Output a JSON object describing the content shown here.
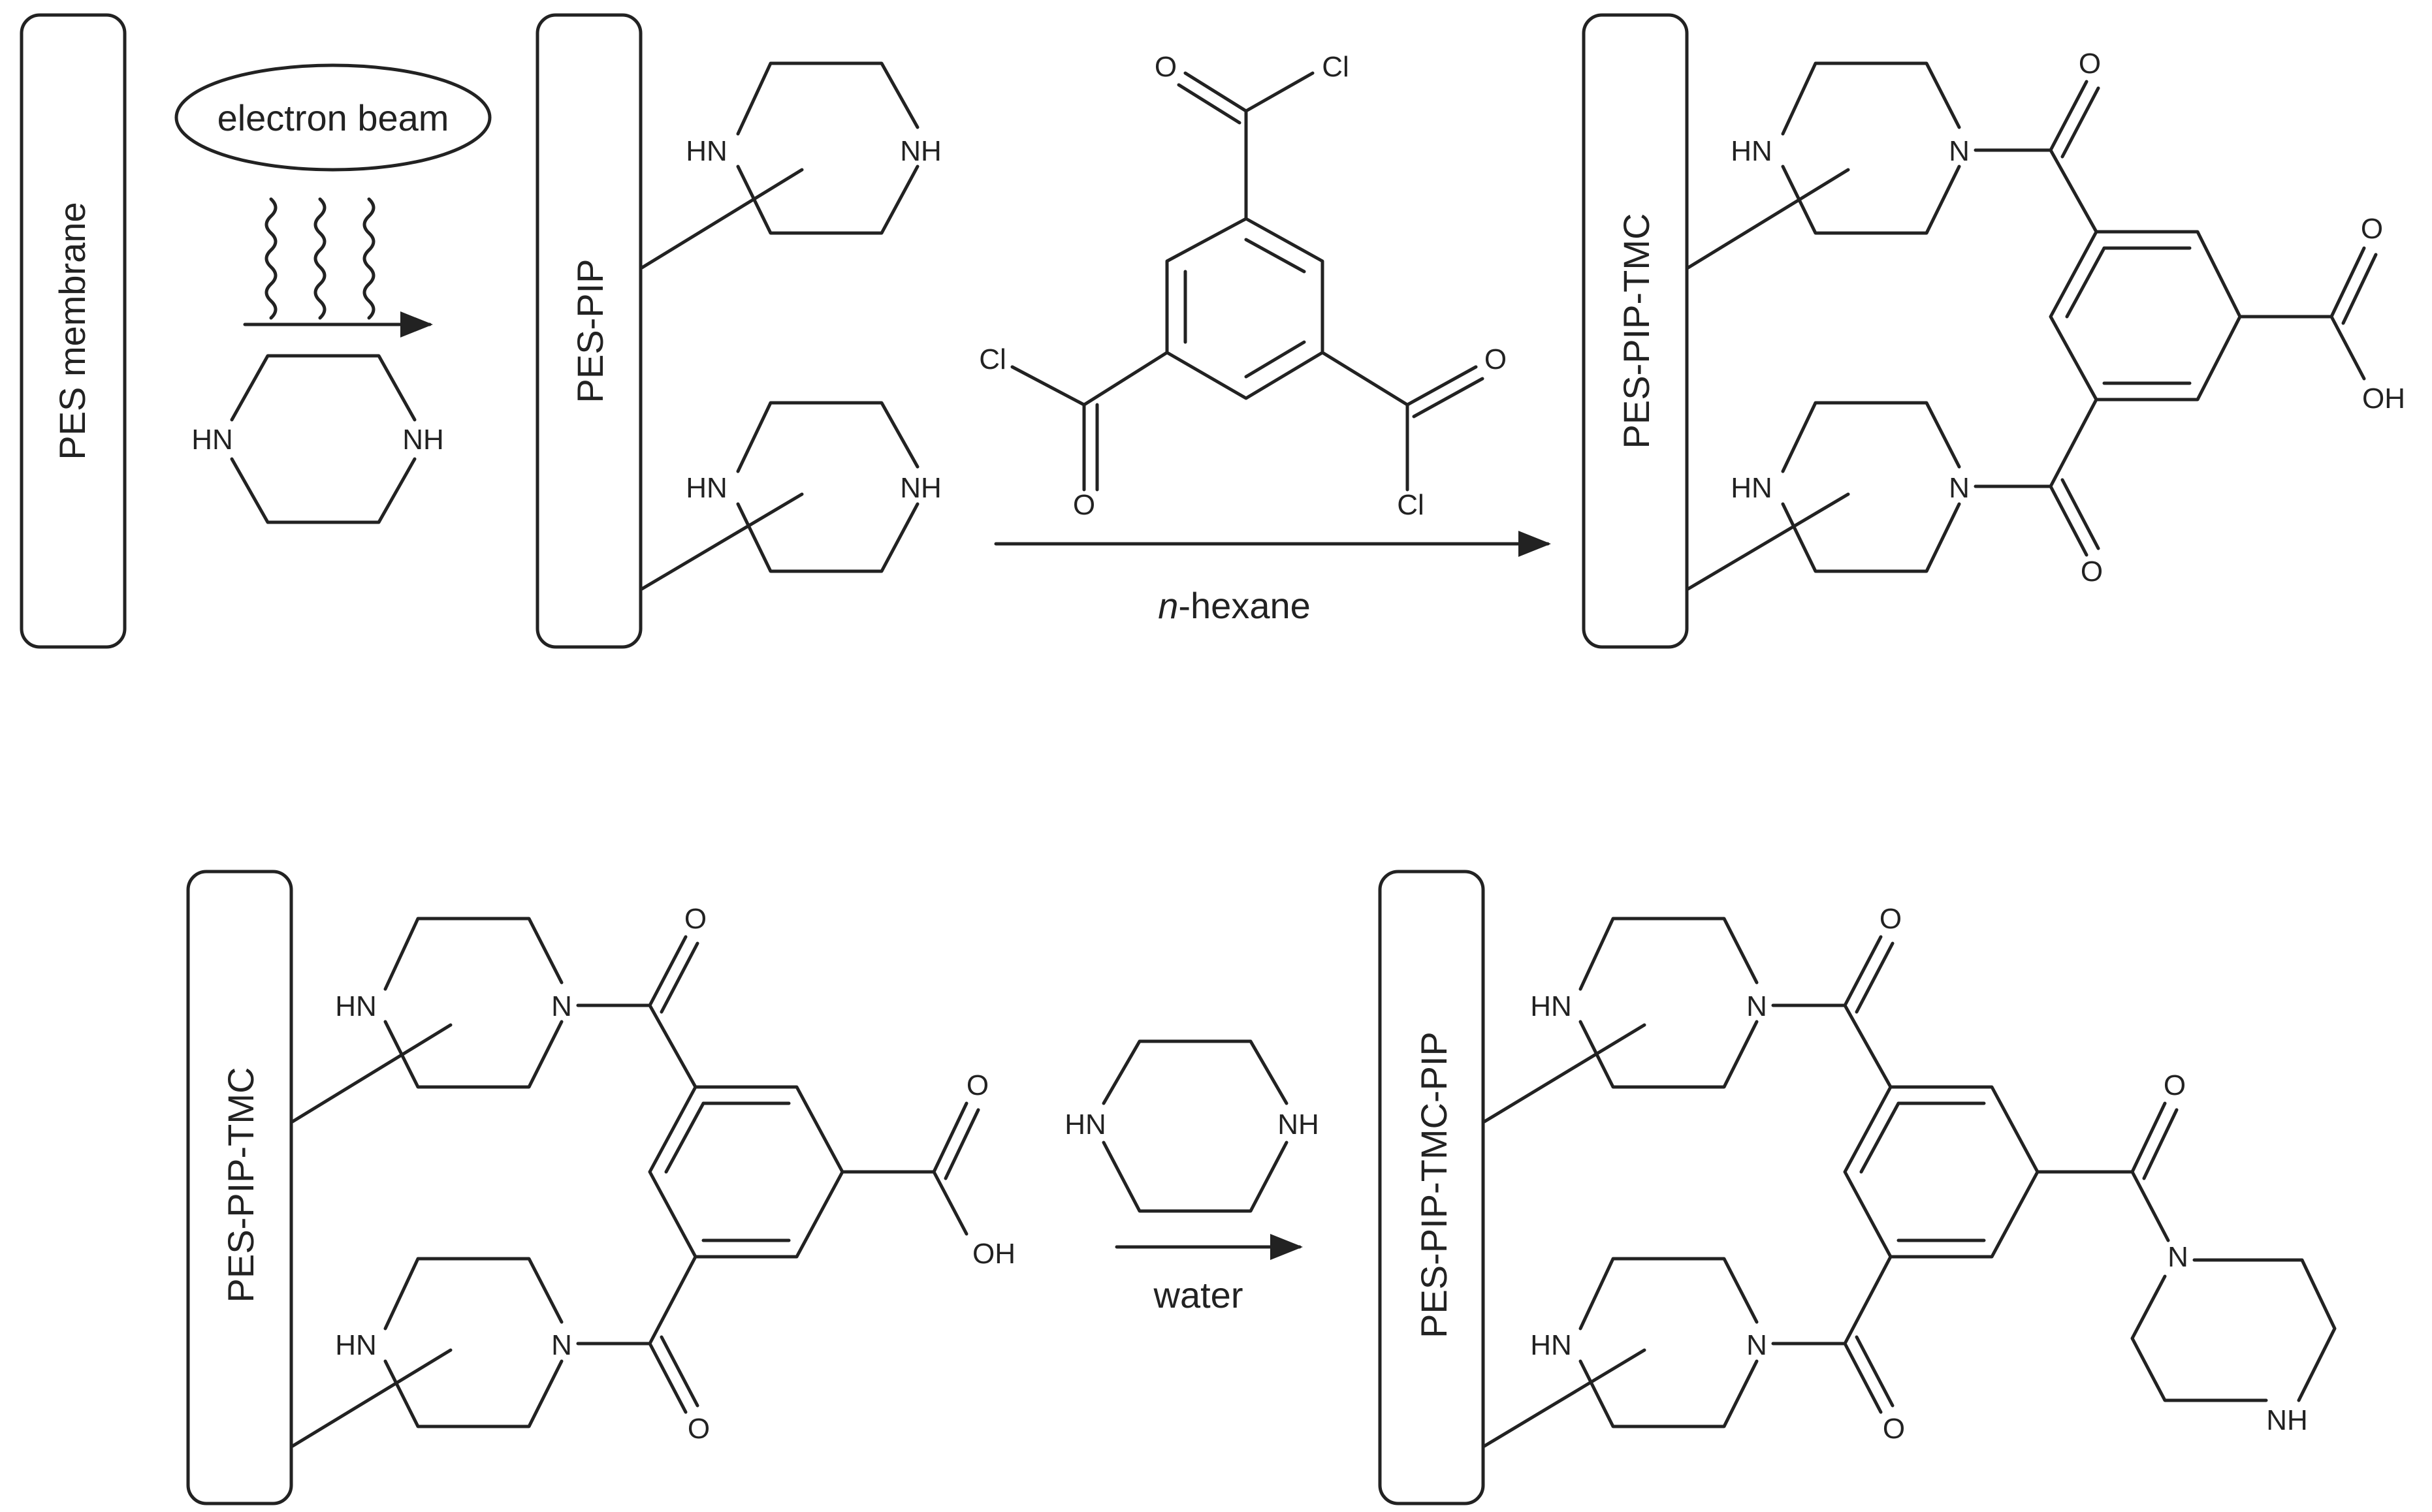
{
  "figure": {
    "membrane_labels": {
      "pes": "PES membrane",
      "pes_pip": "PES-PIP",
      "pes_pip_tmc": "PES-PIP-TMC",
      "pes_pip_tmc_pip": "PES-PIP-TMC-PIP"
    },
    "conditions": {
      "electron_beam": "electron beam",
      "solvent_hexane_prefix": "n",
      "solvent_hexane_suffix": "-hexane",
      "solvent_water": "water"
    },
    "atoms": {
      "HN": "HN",
      "NH": "NH",
      "N": "N",
      "O": "O",
      "Cl": "Cl",
      "OH": "OH"
    }
  }
}
